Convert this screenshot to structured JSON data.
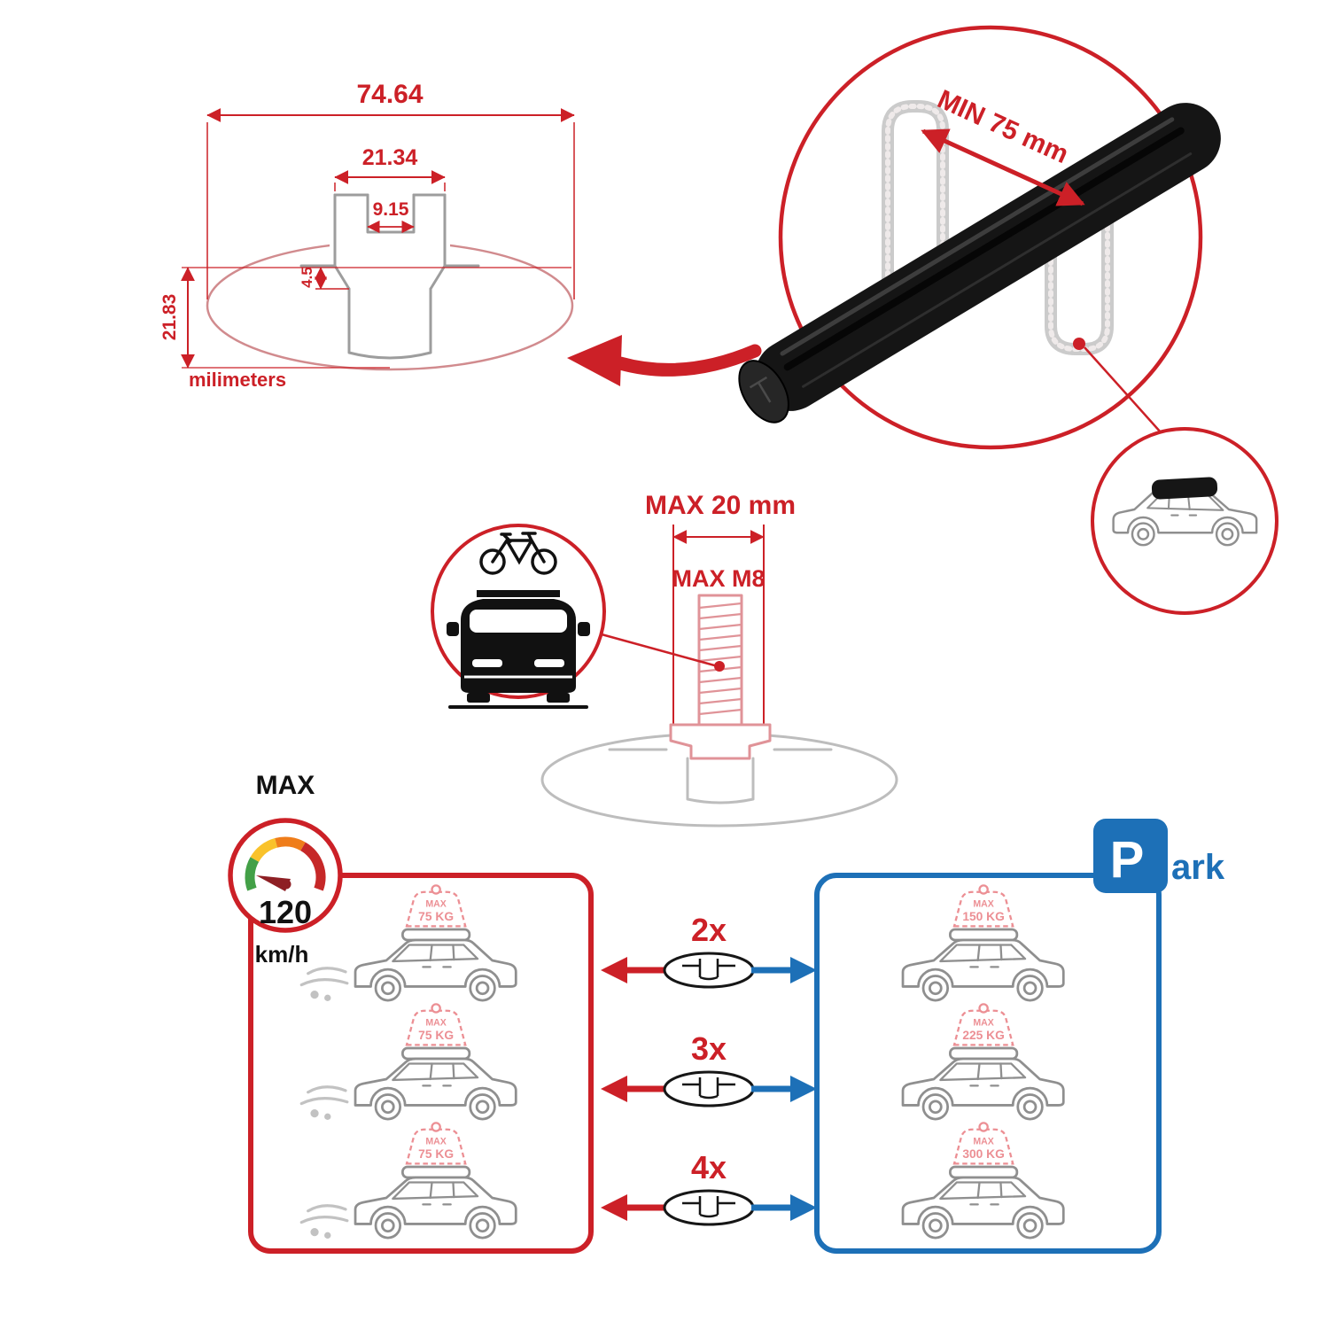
{
  "colors": {
    "accent_red": "#cc2027",
    "accent_blue": "#1d70b7",
    "tag_pink": "#ec8f94",
    "outline_gray": "#8f8f8f",
    "bar_black": "#151515"
  },
  "dimensions": {
    "total_width": "74.64",
    "channel_width": "21.34",
    "slot_width": "9.15",
    "slot_depth": "4.5",
    "total_height": "21.83",
    "unit": "milimeters"
  },
  "crossbar": {
    "min_span": "MIN 75 mm"
  },
  "bolt": {
    "max_width": "MAX 20 mm",
    "max_thread": "MAX M8"
  },
  "speed": {
    "label": "MAX",
    "value": "120",
    "unit": "km/h"
  },
  "park_sign": {
    "p": "P",
    "ark": "ark"
  },
  "quantities": [
    {
      "label": "2x"
    },
    {
      "label": "3x"
    },
    {
      "label": "4x"
    }
  ],
  "driving_cars": [
    {
      "max": "MAX",
      "load": "75 KG"
    },
    {
      "max": "MAX",
      "load": "75 KG"
    },
    {
      "max": "MAX",
      "load": "75 KG"
    }
  ],
  "parked_cars": [
    {
      "max": "MAX",
      "load": "150 KG"
    },
    {
      "max": "MAX",
      "load": "225 KG"
    },
    {
      "max": "MAX",
      "load": "300 KG"
    }
  ]
}
